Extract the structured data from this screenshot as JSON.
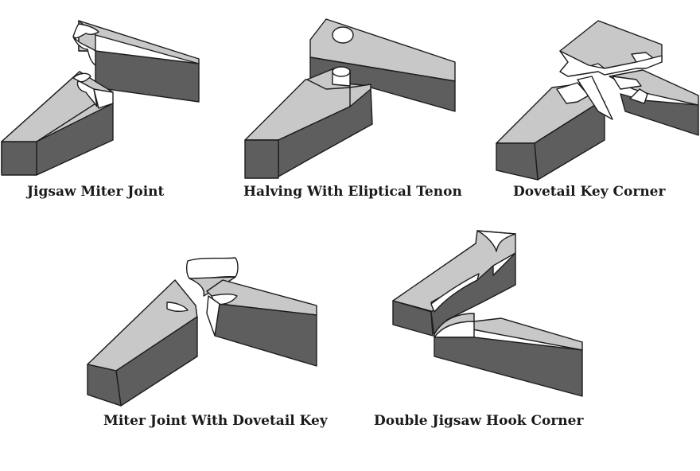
{
  "joints": [
    {
      "label": "Jigsaw Miter Joint"
    },
    {
      "label": "Halving With Eliptical Tenon"
    },
    {
      "label": "Dovetail Key Corner"
    },
    {
      "label": "Miter Joint With Dovetail Key"
    },
    {
      "label": "Double Jigsaw Hook Corner"
    }
  ],
  "colors": {
    "top_face": "#c8c8c8",
    "side_face": "#5e5e5e",
    "cut_face": "#ffffff",
    "outline": "#1c1c1c"
  }
}
